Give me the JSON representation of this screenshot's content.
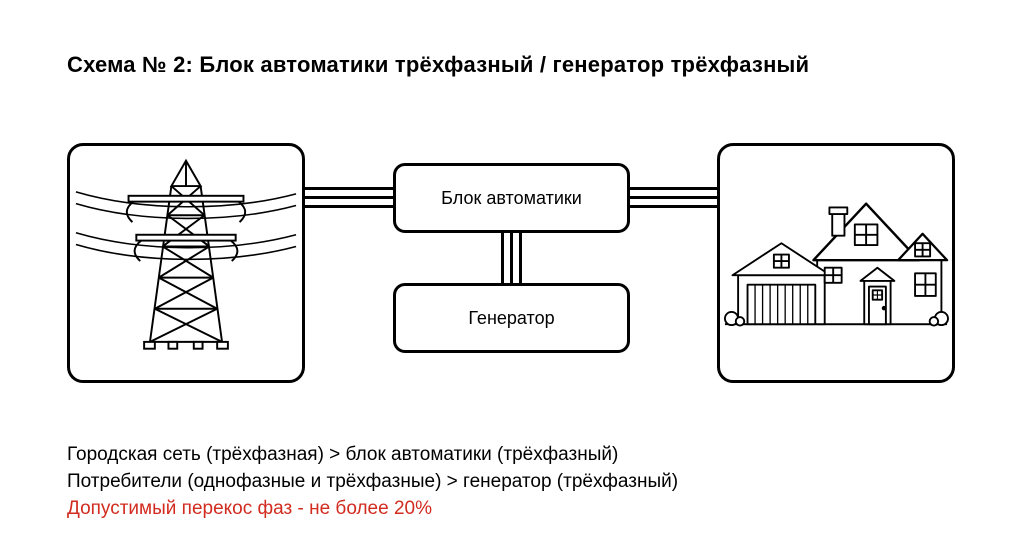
{
  "title": "Схема № 2: Блок автоматики трёхфазный / генератор трёхфазный",
  "nodes": {
    "grid": {
      "icon": "power-tower-icon",
      "meaning": "Городская сеть"
    },
    "automation": {
      "label": "Блок автоматики"
    },
    "generator": {
      "label": "Генератор"
    },
    "house": {
      "icon": "house-icon",
      "meaning": "Потребители"
    }
  },
  "connections": {
    "phases_per_link": 3,
    "links": [
      "Городская сеть - Блок автоматики",
      "Блок автоматики - Потребители",
      "Блок автоматики - Генератор"
    ]
  },
  "notes": {
    "lines": [
      {
        "text": "Городская сеть (трёхфазная) > блок автоматики (трёхфазный)",
        "color": "#000000"
      },
      {
        "text": "Потребители (однофазные и трёхфазные) > генератор (трёхфазный)",
        "color": "#000000"
      },
      {
        "text": "Допустимый перекос фаз - не более 20%",
        "color": "#d22b1f"
      }
    ]
  },
  "colors": {
    "stroke": "#000000",
    "background": "#ffffff",
    "warning": "#d22b1f"
  }
}
